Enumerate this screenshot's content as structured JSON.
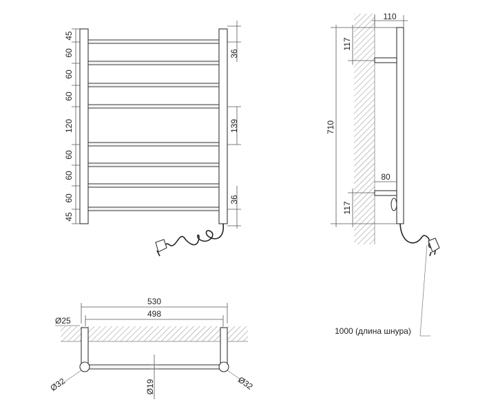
{
  "front_view": {
    "left_dims": [
      "45",
      "60",
      "60",
      "60",
      "120",
      "60",
      "60",
      "60",
      "45"
    ],
    "right_dims": [
      "36",
      "139",
      "36"
    ]
  },
  "side_view": {
    "depth": "110",
    "top_offset": "117",
    "height": "710",
    "bracket": "80",
    "bottom_offset": "117"
  },
  "top_view": {
    "overall_width": "530",
    "center_width": "498",
    "wall_pipe": "Ø25",
    "rail_left": "Ø32",
    "rail_right": "Ø32",
    "bar": "Ø19"
  },
  "cord_note": "1000 (длина шнура)"
}
